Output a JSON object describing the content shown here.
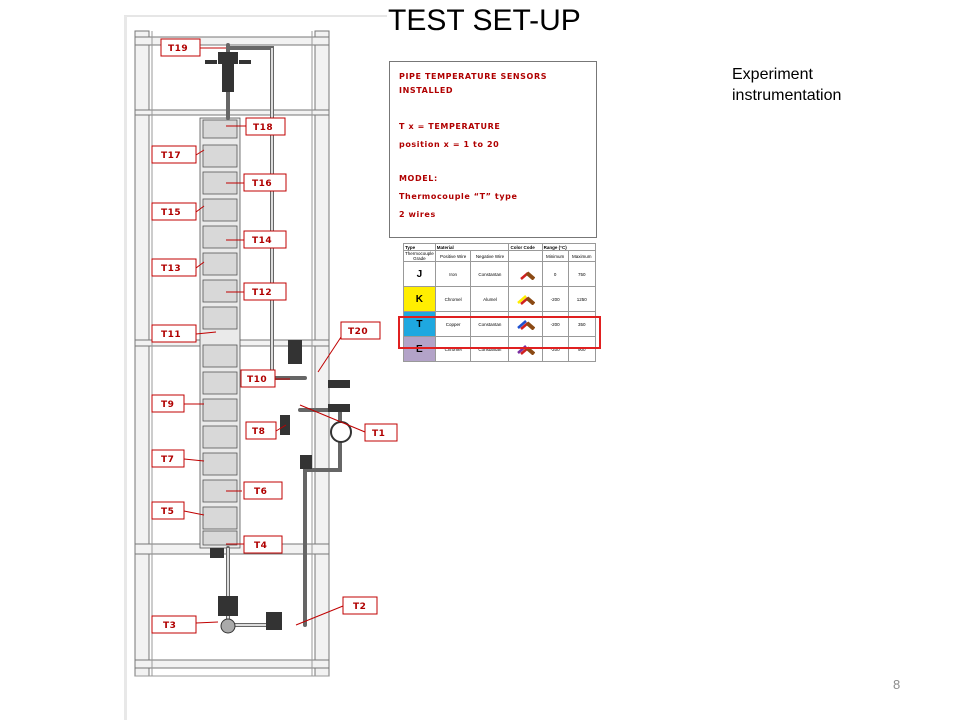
{
  "page": {
    "title": "TEST SET-UP",
    "side_note": "Experiment instrumentation",
    "page_number": "8"
  },
  "sensor_labels": [
    "T19",
    "T18",
    "T17",
    "T16",
    "T15",
    "T14",
    "T13",
    "T12",
    "T11",
    "T20",
    "T10",
    "T9",
    "T8",
    "T1",
    "T7",
    "T6",
    "T5",
    "T4",
    "T2",
    "T3"
  ],
  "info_box": {
    "line1": "PIPE TEMPERATURE SENSORS",
    "line2": "INSTALLED",
    "line3": "T x = TEMPERATURE",
    "line4": "position x = 1 to 20",
    "line5": "MODEL:",
    "line6": "Thermocouple “T” type",
    "line7": "2 wires"
  },
  "table": {
    "headers": [
      "Type",
      "Material",
      "Color Code",
      "Range (°C)"
    ],
    "subheaders": [
      "Thermocouple Grade",
      "Positive Wire",
      "Negative Wire",
      "",
      "Minimum",
      "Maximum"
    ],
    "rows": [
      {
        "type": "J",
        "pos": "Iron",
        "neg": "Constantan",
        "min": "0",
        "max": "750",
        "color": "#ffffff",
        "wire_a": "#ffffff",
        "wire_b": "#d02020"
      },
      {
        "type": "K",
        "pos": "Chromel",
        "neg": "Alumel",
        "min": "-200",
        "max": "1250",
        "color": "#ffee00",
        "wire_a": "#ffee00",
        "wire_b": "#d02020"
      },
      {
        "type": "T",
        "pos": "Copper",
        "neg": "Constantan",
        "min": "-200",
        "max": "350",
        "color": "#1ea8e0",
        "wire_a": "#1e50d0",
        "wire_b": "#d02020"
      },
      {
        "type": "E",
        "pos": "Chromel",
        "neg": "Constantan",
        "min": "-200",
        "max": "900",
        "color": "#b3a3c8",
        "wire_a": "#7a2ea0",
        "wire_b": "#d02020"
      }
    ]
  },
  "colors": {
    "label_red": "#b00000",
    "highlight_red": "#e02020",
    "frame_gray": "#888888"
  }
}
